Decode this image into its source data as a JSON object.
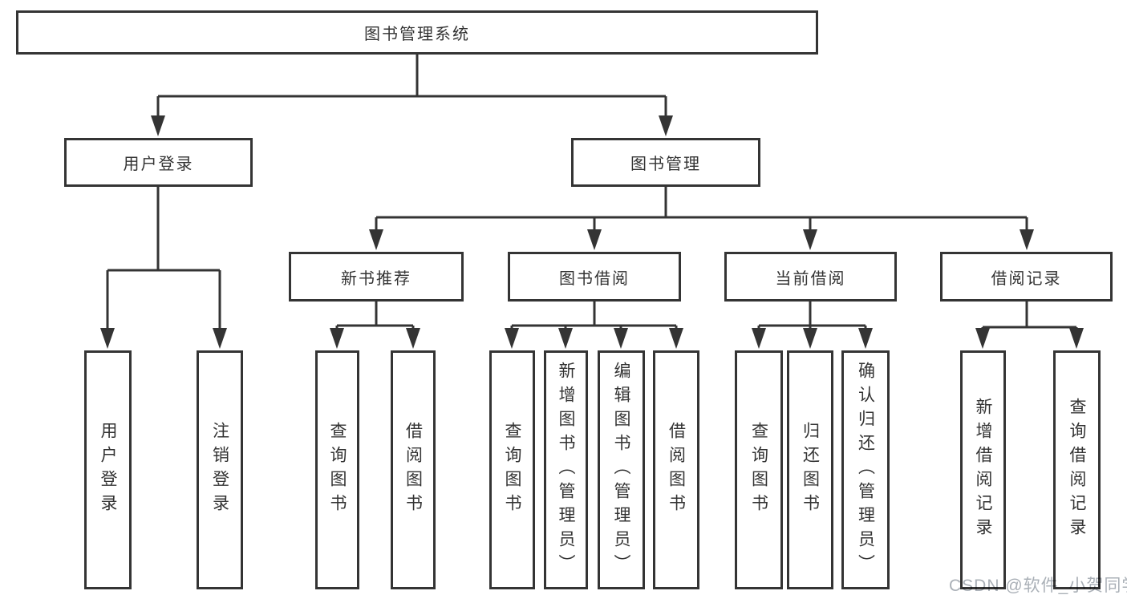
{
  "colors": {
    "border": "#343434",
    "line": "#343434",
    "text": "#333333",
    "background": "#ffffff",
    "watermark": "#aab0b7"
  },
  "watermark": {
    "text": "CSDN @软件_小贺同学"
  },
  "tree": {
    "root": {
      "label": "图书管理系统",
      "children": [
        {
          "label": "用户登录",
          "children": [
            {
              "label": "用户登录"
            },
            {
              "label": "注销登录"
            }
          ]
        },
        {
          "label": "图书管理",
          "children": [
            {
              "label": "新书推荐",
              "children": [
                {
                  "label": "查询图书"
                },
                {
                  "label": "借阅图书"
                }
              ]
            },
            {
              "label": "图书借阅",
              "children": [
                {
                  "label": "查询图书"
                },
                {
                  "label": "新增图书（管理员）"
                },
                {
                  "label": "编辑图书（管理员）"
                },
                {
                  "label": "借阅图书"
                }
              ]
            },
            {
              "label": "当前借阅",
              "children": [
                {
                  "label": "查询图书"
                },
                {
                  "label": "归还图书"
                },
                {
                  "label": "确认归还（管理员）"
                }
              ]
            },
            {
              "label": "借阅记录",
              "children": [
                {
                  "label": "新增借阅记录"
                },
                {
                  "label": "查询借阅记录"
                }
              ]
            }
          ]
        }
      ]
    }
  }
}
